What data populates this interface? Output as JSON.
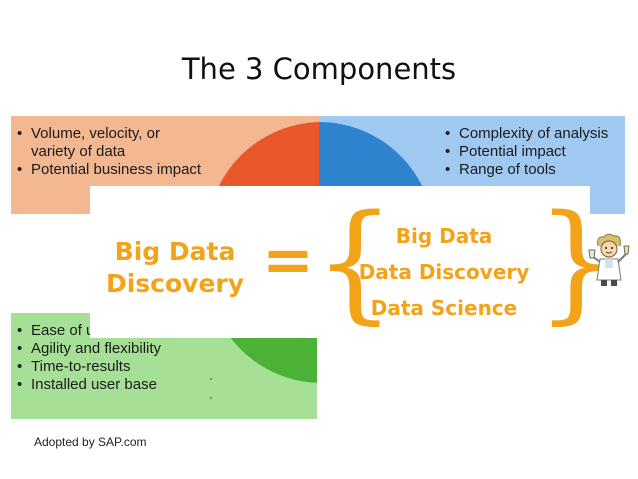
{
  "slide": {
    "title": "The 3 Components",
    "footer": "Adopted by SAP.com"
  },
  "quadrants": {
    "top_left": {
      "bullets": [
        "Volume, velocity, or variety of data",
        "Potential business impact"
      ]
    },
    "top_right": {
      "bullets": [
        "Complexity of analysis",
        "Potential impact",
        "Range of tools"
      ]
    },
    "bottom_left": {
      "bullets": [
        "Ease of u",
        "Agility and flexibility",
        "Time-to-results",
        "Installed user base"
      ]
    }
  },
  "equation": {
    "left_line1": "Big Data",
    "left_line2": "Discovery",
    "equals": "=",
    "brace_open": "{",
    "brace_close": "}",
    "components": [
      "Big Data",
      "Data Discovery",
      "Data Science"
    ]
  },
  "colors": {
    "accent_orange": "#f3a318",
    "red_segment": "#e8582b",
    "blue_segment": "#2e83cf",
    "green_segment": "#4cb236",
    "peach_panel": "#f3b792",
    "light_blue_panel": "#9fc9f0",
    "light_green_panel": "#a6df96"
  },
  "icons": {
    "scientist": "scientist-cartoon-icon"
  }
}
